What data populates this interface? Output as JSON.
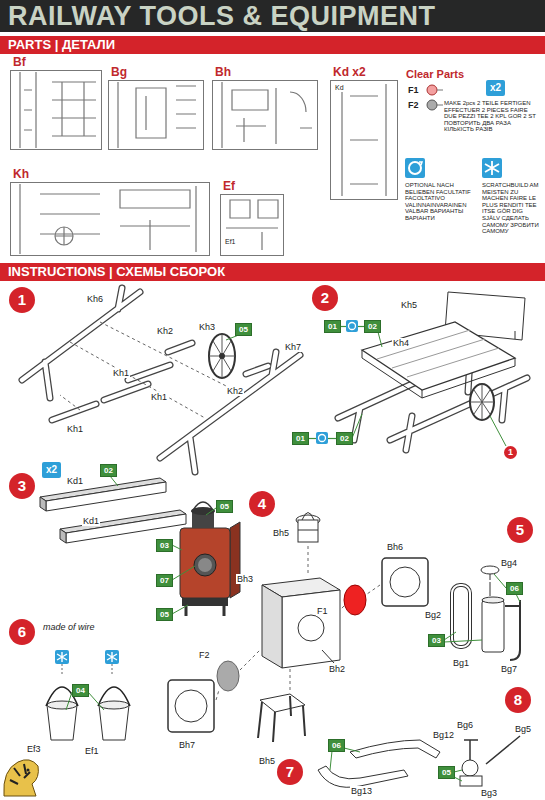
{
  "diagram": {
    "title": "RAILWAY TOOLS & EQUIPMENT",
    "nodes": [
      {
        "text": [
          "PARTS | ДЕТАЛИ"
        ]
      },
      {
        "text": [
          "Bf"
        ]
      },
      {
        "text": [
          "Bg"
        ]
      },
      {
        "text": [
          "Bh"
        ]
      },
      {
        "text": [
          "Kd x2"
        ]
      },
      {
        "text": [
          "Kh"
        ]
      },
      {
        "text": [
          "Ef"
        ]
      },
      {
        "text": [
          "x2"
        ]
      },
      {
        "text": [
          "INSTRUCTIONS | СХЕМЫ СБОРОК"
        ]
      },
      {
        "text": [
          "1"
        ]
      },
      {
        "text": [
          "05"
        ]
      },
      {
        "text": [
          "2"
        ]
      },
      {
        "text": [
          "01"
        ]
      },
      {
        "text": [
          "02"
        ]
      },
      {
        "text": [
          "01"
        ]
      },
      {
        "text": [
          "02"
        ]
      },
      {
        "text": [
          "1"
        ]
      },
      {
        "text": [
          "3"
        ]
      },
      {
        "text": [
          "02"
        ]
      },
      {
        "text": [
          "x2"
        ]
      },
      {
        "text": [
          "4"
        ]
      },
      {
        "text": [
          "05"
        ]
      },
      {
        "text": [
          "03"
        ]
      },
      {
        "text": [
          "07"
        ]
      },
      {
        "text": [
          "05"
        ]
      },
      {
        "text": [
          "5"
        ]
      },
      {
        "text": [
          "06"
        ]
      },
      {
        "text": [
          "03"
        ]
      },
      {
        "text": [
          "6"
        ]
      },
      {
        "text": [
          "04"
        ]
      },
      {
        "text": [
          "7"
        ]
      },
      {
        "text": [
          "06"
        ]
      },
      {
        "text": [
          "8"
        ]
      },
      {
        "text": [
          "05"
        ]
      }
    ],
    "edges": [
      {
        "from": 12,
        "to": 13,
        "arrow": "none"
      },
      {
        "from": 14,
        "to": 15,
        "arrow": "none"
      }
    ],
    "labels": [
      "Clear Parts",
      "F1",
      "F2",
      "Kd",
      "Ef1",
      "Kh6",
      "Kh2",
      "Kh3",
      "Kh7",
      "Kh1",
      "Kh1",
      "Kh1",
      "Kh2",
      "Kh5",
      "Kh4",
      "Kd1",
      "Kd1",
      "Bh5",
      "Bh6",
      "Bh3",
      "F1",
      "Bh2",
      "F2",
      "Bh7",
      "Bh5",
      "Bg4",
      "Bg2",
      "Bg1",
      "Bg7",
      "made of wire",
      "Ef3",
      "Ef1",
      "Bg12",
      "Bg13",
      "Bg6",
      "Bg5",
      "Bg3"
    ],
    "legend": [
      {
        "text": "MAKE 2pcs 2 TEILE FERTIGEN EFFECTUER 2 PIECES FAIRE DUE PEZZI TEE 2 KPL GOR 2 ST ПОВТОРИТЬ ДВА РАЗА КІЛЬКІСТЬ РАЗІВ"
      },
      {
        "text": "OPTIONAL NACH BELIEBEN FACULTATIF FACOLTATIVO VALINNAINVARAINEN VALBAR ВАРИАНТЫ ВАРІАНТИ"
      },
      {
        "text": "SCRATCHBUILD AM MEISTEN ZU MACHEN FAIRE LE PLUS RENDITI TEE ITSE GÖR DIG SJÄLV СДЕЛАТЬ САМОМУ ЗРОБИТИ САМОМУ"
      }
    ]
  }
}
